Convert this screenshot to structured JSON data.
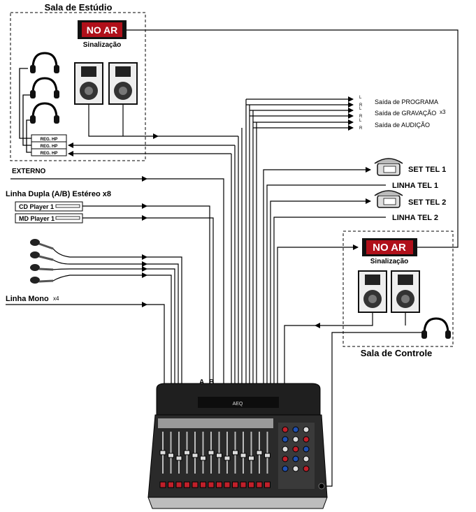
{
  "studio": {
    "title": "Sala de Estúdio",
    "onair": "NO AR",
    "signal": "Sinalização",
    "hp_labels": [
      "REG. HP",
      "REG. HP",
      "REG. HP"
    ]
  },
  "control": {
    "title": "Sala de Controle",
    "onair": "NO AR",
    "signal": "Sinalização"
  },
  "outputs": {
    "lr_l": "L",
    "lr_r": "R",
    "programa": "Saída de PROGRAMA",
    "gravacao": "Saída de GRAVAÇÃO",
    "gravacao_count": "x3",
    "audicao": "Saída de AUDIÇÃO"
  },
  "phones": {
    "set1": "SET TEL 1",
    "linha1": "LINHA TEL 1",
    "set2": "SET TEL 2",
    "linha2": "LINHA TEL 2"
  },
  "inputs": {
    "externo": "EXTERNO",
    "linha_dupla": "Linha Dupla (A/B) Estéreo x8",
    "cd": "CD Player 1",
    "md": "MD Player 1",
    "linha_mono": "Linha Mono",
    "linha_mono_count": "x4",
    "a": "A",
    "b": "B"
  },
  "console": {
    "brand": "AEQ"
  },
  "colors": {
    "onair_bg": "#b0101a",
    "line": "#000000",
    "console_body": "#2a2a2a"
  }
}
